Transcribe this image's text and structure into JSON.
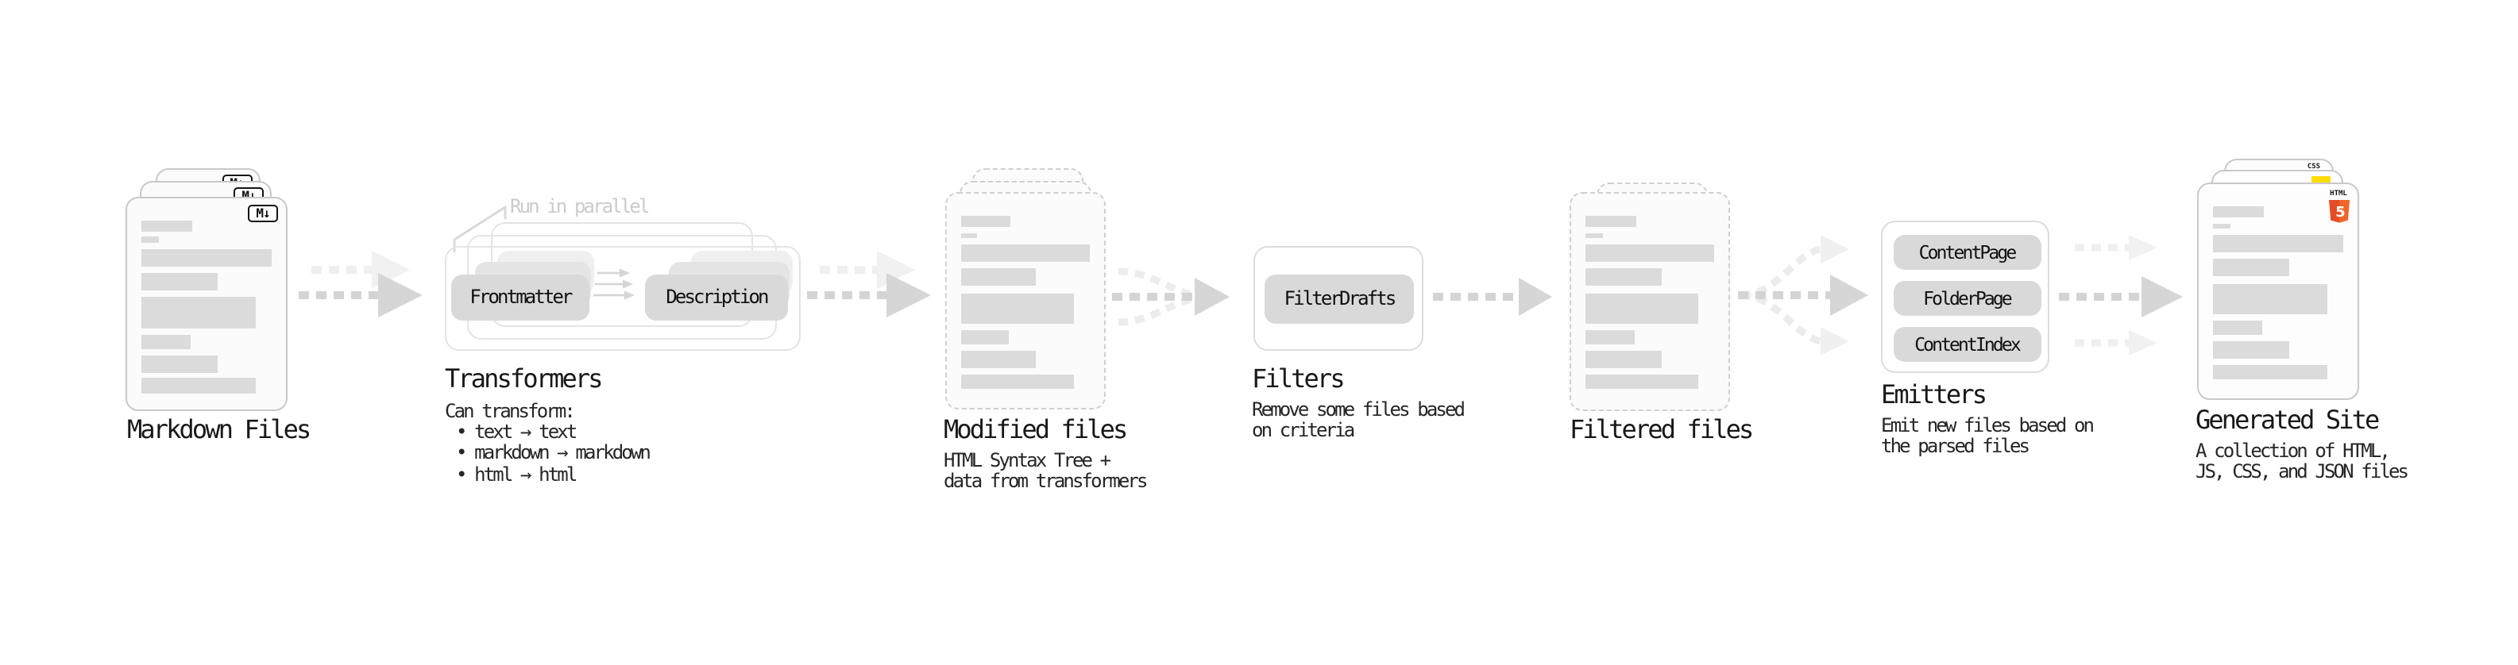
{
  "diagram": {
    "nodes": {
      "markdown_files": {
        "label": "Markdown Files",
        "badge": "M↓"
      },
      "transformers": {
        "label": "Transformers",
        "callout": "Run in parallel",
        "steps": [
          "Frontmatter",
          "Description"
        ],
        "note_title": "Can transform:",
        "bullets": [
          "text → text",
          "markdown → markdown",
          "html → html"
        ]
      },
      "modified_files": {
        "label": "Modified files",
        "note_lines": [
          "HTML Syntax Tree +",
          "data from transformers"
        ]
      },
      "filters": {
        "label": "Filters",
        "steps": [
          "FilterDrafts"
        ],
        "note_lines": [
          "Remove some files based",
          "on criteria"
        ]
      },
      "filtered_files": {
        "label": "Filtered files"
      },
      "emitters": {
        "label": "Emitters",
        "steps": [
          "ContentPage",
          "FolderPage",
          "ContentIndex"
        ],
        "note_lines": [
          "Emit new files based on",
          "the parsed files"
        ]
      },
      "generated_site": {
        "label": "Generated Site",
        "note_lines": [
          "A collection of HTML,",
          "JS, CSS, and JSON files"
        ],
        "badges": {
          "css": "CSS",
          "html": "HTML",
          "html5_number": "5"
        }
      }
    },
    "colors": {
      "accent_css": "#2f68f2",
      "accent_js": "#ffdd00",
      "accent_html": "#e44d26"
    }
  }
}
